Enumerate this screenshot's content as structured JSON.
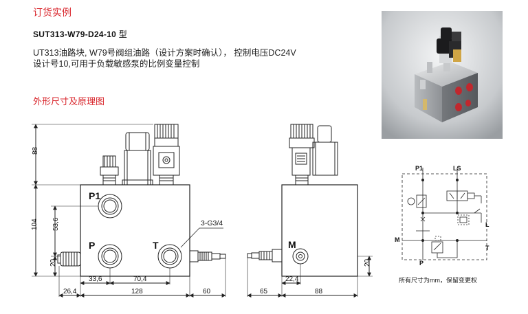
{
  "header": {
    "order_title": "订货实例",
    "model_code": "SUT313-W79-D24-10",
    "model_suffix": " 型",
    "desc_line1": "UT313油路块, W79号阀组油路（设计方案时确认）， 控制电压DC24V",
    "desc_line2": "设计号10,可用于负载敏感泵的比例变量控制"
  },
  "section": {
    "dims_title": "外形尺寸及原理图"
  },
  "colors": {
    "accent_red": "#d9262c",
    "line": "#222222"
  },
  "front_view": {
    "port_p1": "P1",
    "port_p": "P",
    "port_t": "T",
    "thread_callout": "3-G3/4",
    "dim_88": "88",
    "dim_104": "104",
    "dim_53_6": "53,6",
    "dim_20": "20",
    "dim_33_6": "33,6",
    "dim_70_4": "70,4",
    "dim_26_4": "26,4",
    "dim_128": "128",
    "dim_60": "60"
  },
  "side_view": {
    "port_m": "M",
    "dim_22_4": "22,4",
    "dim_65": "65",
    "dim_88": "88",
    "dim_20": "20"
  },
  "schematic": {
    "label_p1": "P1",
    "label_ls": "LS",
    "label_l": "L",
    "label_m": "M",
    "label_t": "T",
    "label_p": "P"
  },
  "footnote": "所有尺寸为mm，保留变更权"
}
